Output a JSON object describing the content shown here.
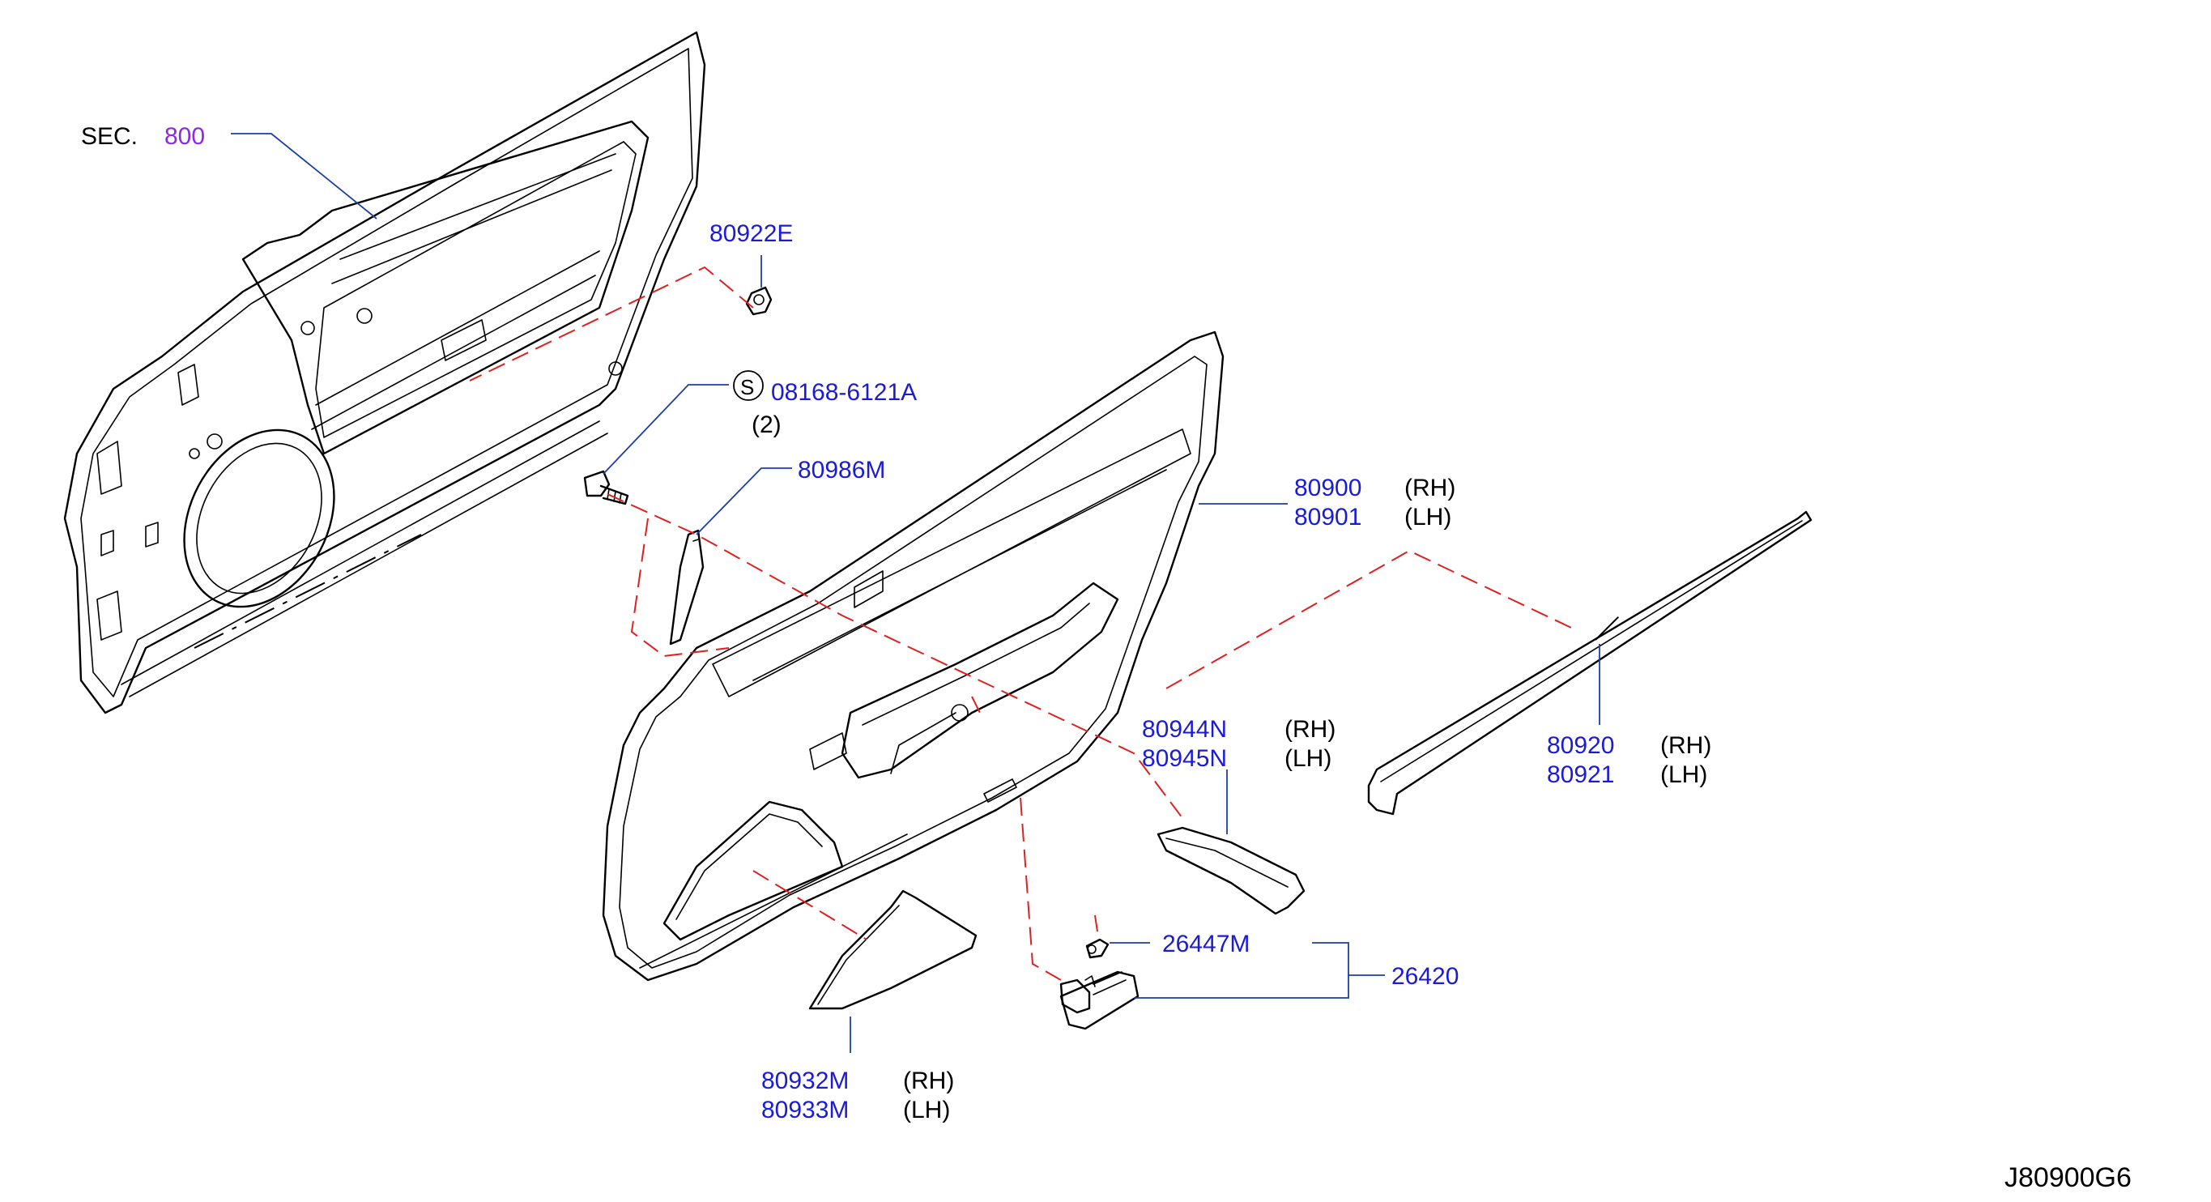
{
  "diagram_code": "J80900G6",
  "section_ref": {
    "prefix": "SEC.",
    "number": "800"
  },
  "screw_callout": {
    "symbol": "S",
    "part": "08168-6121A",
    "qty": "(2)"
  },
  "parts": {
    "clip": "80922E",
    "bracket": "80986M",
    "finisher_rh": "80900",
    "finisher_lh": "80901",
    "pull_rh": "80944N",
    "pull_lh": "80945N",
    "moulding_rh": "80920",
    "moulding_lh": "80921",
    "bulb": "26447M",
    "lamp_assy": "26420",
    "pocket_rh": "80932M",
    "pocket_lh": "80933M"
  },
  "side": {
    "rh": "(RH)",
    "lh": "(LH)"
  },
  "colors": {
    "part_number": "#1b1bd6",
    "section_number": "#8a2be2",
    "leader": "#1b3ea8",
    "dashed_guide": "#e02020"
  }
}
